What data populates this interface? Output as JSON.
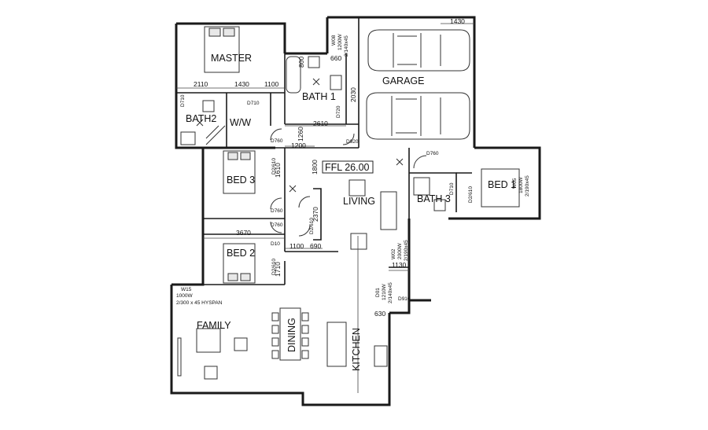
{
  "rooms": {
    "master": "MASTER",
    "garage": "GARAGE",
    "bath1": "BATH 1",
    "bath2": "BATH2",
    "ww": "W/W",
    "bed3": "BED 3",
    "bed2": "BED 2",
    "bed1": "BED 1",
    "bath3": "BATH 3",
    "living": "LIVING",
    "family": "FAMILY",
    "dining": "DINING",
    "kitchen": "KITCHEN"
  },
  "ffl": "FFL 26.00",
  "dimensions": {
    "d1430_top": "1430",
    "d2110": "2110",
    "d1430_mid": "1430",
    "d1100_master": "1100",
    "d660": "660",
    "d800": "800",
    "d2030": "2030",
    "d2610": "2610",
    "d1260": "1260",
    "d1200": "1200",
    "d1800": "1800",
    "d1610": "1610",
    "d2370": "2370",
    "d3670": "3670",
    "d1100_bed2": "1100",
    "d690": "690",
    "d1710": "1710",
    "d1130": "1130",
    "d630": "630"
  },
  "windows": {
    "w08": "W08",
    "w08_size": "1200W",
    "w08_head": "2/140x45",
    "w05": "W05",
    "w05_size": "1800W",
    "w05_head": "2/190x45",
    "w02": "W02",
    "w02_size": "2000W",
    "w02_head": "2/190x45",
    "d01": "D01",
    "d01_size": "1210W",
    "d01_head": "2/140x45",
    "w15": "W15",
    "w15_size": "1000W",
    "w15_head": "2/300 x 45 HYSPAN"
  },
  "doors": {
    "master_ens": "D710",
    "ww": "D710",
    "bath1": "D720",
    "hall1": "D760",
    "hall2": "D920",
    "bed3_robe": "D2/610",
    "bed3": "D760",
    "hall_robe": "D2/610",
    "bed2_robe": "D2/610",
    "bed2": "D760",
    "bed2_small": "D10",
    "bath3": "D760",
    "bath3_inner": "D710",
    "bed1_robe": "D2/610",
    "d910": "D910"
  }
}
